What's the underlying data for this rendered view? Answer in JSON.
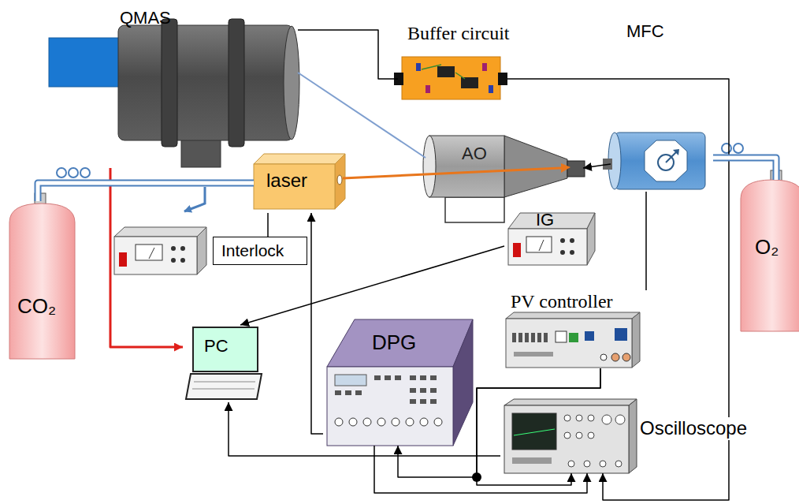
{
  "diagram": {
    "nodes": [
      {
        "text": [
          "QMAS"
        ]
      },
      {
        "text": [
          "Buffer circuit"
        ]
      },
      {
        "text": [
          "MFC"
        ]
      },
      {
        "text": [
          "laser"
        ]
      },
      {
        "text": [
          "AO"
        ]
      },
      {
        "text": [
          "CO₂"
        ]
      },
      {
        "text": [
          "O₂"
        ]
      },
      {
        "text": [
          "IG"
        ]
      },
      {
        "text": [
          "Interlock"
        ]
      },
      {
        "text": [
          "PC"
        ]
      },
      {
        "text": [
          "PV controller"
        ]
      },
      {
        "text": [
          "DPG"
        ]
      },
      {
        "text": [
          "Oscilloscope"
        ]
      }
    ],
    "edges": [
      {
        "from": 0,
        "to": 1,
        "arrow": "none"
      },
      {
        "from": 1,
        "to": 12,
        "arrow": "to"
      },
      {
        "from": 0,
        "to": 9,
        "arrow": "to"
      },
      {
        "from": 5,
        "to": 3,
        "arrow": "none"
      },
      {
        "from": 3,
        "to": 4,
        "arrow": "none"
      },
      {
        "from": 2,
        "to": 4,
        "arrow": "to"
      },
      {
        "from": 6,
        "to": 2,
        "arrow": "none"
      },
      {
        "from": 0,
        "to": 4,
        "arrow": "none"
      },
      {
        "from": 7,
        "to": 9,
        "arrow": "to"
      },
      {
        "from": 2,
        "to": 10,
        "arrow": "none"
      },
      {
        "from": 10,
        "to": 11,
        "arrow": "to"
      },
      {
        "from": 10,
        "to": 12,
        "arrow": "to"
      },
      {
        "from": 11,
        "to": 12,
        "arrow": "to"
      },
      {
        "from": 11,
        "to": 3,
        "arrow": "to"
      },
      {
        "from": 12,
        "to": 9,
        "arrow": "to"
      },
      {
        "from": 8,
        "to": 3,
        "arrow": "none"
      }
    ]
  }
}
